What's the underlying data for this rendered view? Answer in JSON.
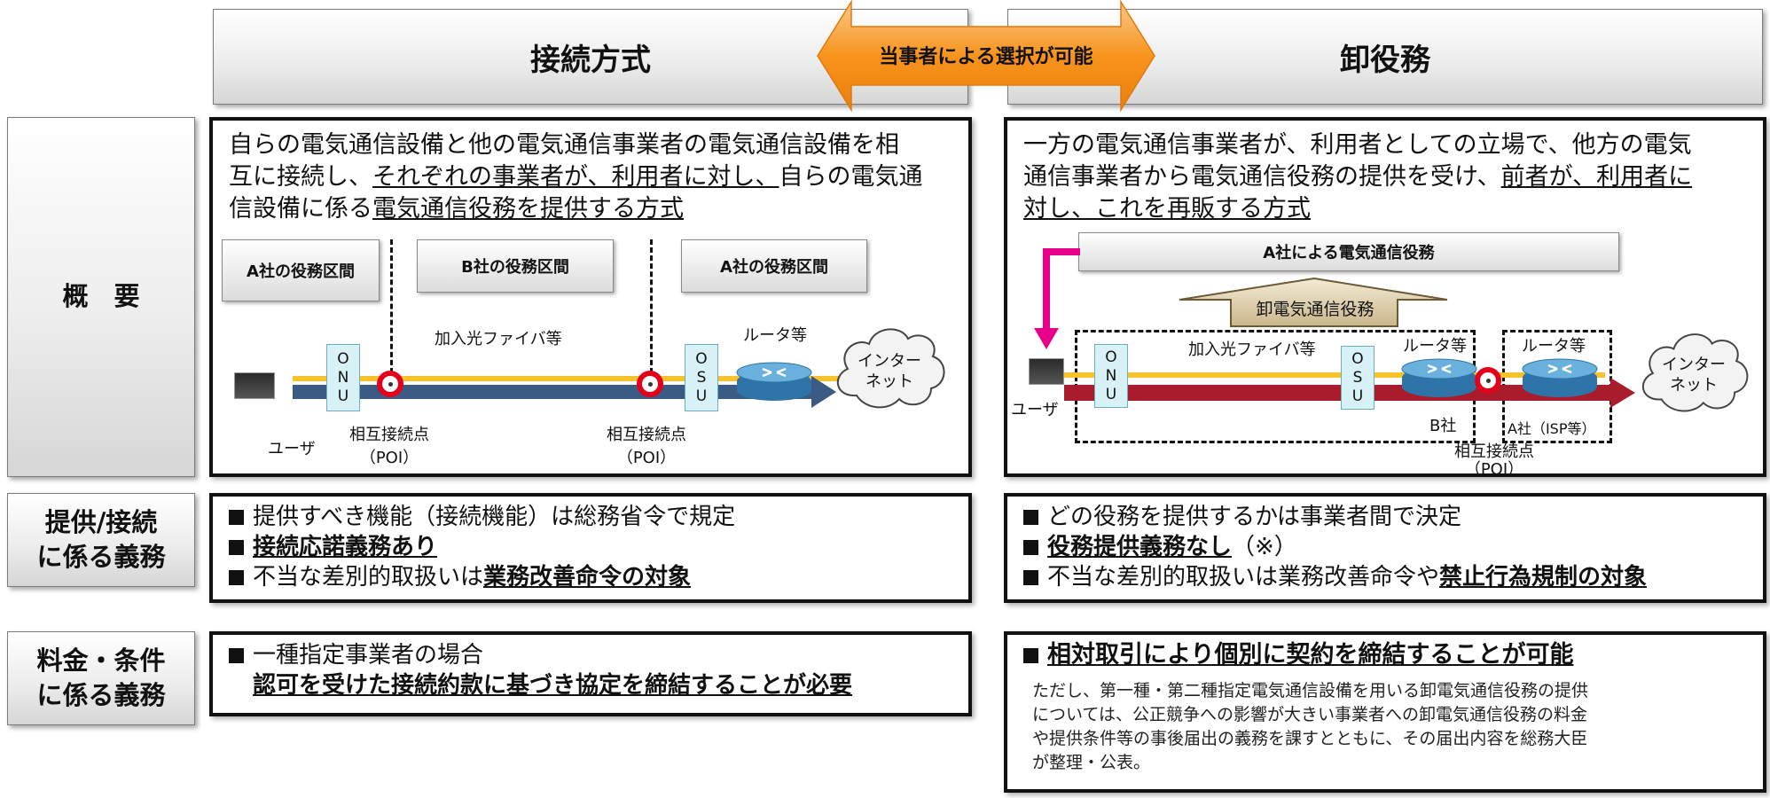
{
  "header": {
    "left_title": "接続方式",
    "right_title": "卸役務",
    "arrow_label": "当事者による選択が可能"
  },
  "rows": {
    "overview_label": "概　要",
    "obligation_label": [
      "提供/接続",
      "に係る義務"
    ],
    "fee_label": [
      "料金・条件",
      "に係る義務"
    ]
  },
  "left": {
    "desc": [
      "自らの電気通信設備と他の電気通信事業者の電気通信設備を相",
      "互に接続し、",
      "それぞれの事業者が、利用者に対し、",
      "自らの電気通",
      "信設備に係る",
      "電気通信役務を提供する方式"
    ],
    "zones": [
      "A社の役務区間",
      "B社の役務区間",
      "A社の役務区間"
    ],
    "fiber_label": "加入光ファイバ等",
    "router_label": "ルータ等",
    "onu": [
      "O",
      "N",
      "U"
    ],
    "osu": [
      "O",
      "S",
      "U"
    ],
    "cloud": [
      "インター",
      "ネット"
    ],
    "user_label": "ユーザ",
    "poi_label": "相互接続点",
    "poi_sub": "（POI）",
    "obligations": [
      {
        "plain": "提供すべき機能（接続機能）は総務省令で規定"
      },
      {
        "strong": "接続応諾義務あり"
      },
      {
        "plain": "不当な差別的取扱いは",
        "strong": "業務改善命令の対象"
      }
    ],
    "fee": {
      "line1": "一種指定事業者の場合",
      "line2": "認可を受けた接続約款に基づき協定を締結することが必要"
    }
  },
  "right": {
    "desc": [
      "一方の電気通信事業者が、利用者としての立場で、他方の電気",
      "通信事業者から電気通信役務の提供を受け、",
      "前者が、利用者に",
      "対し、これを再販する方式"
    ],
    "service_box": "A社による電気通信役務",
    "wholesale_label": "卸電気通信役務",
    "fiber_label": "加入光ファイバ等",
    "router_label_1": "ルータ等",
    "router_label_2": "ルータ等",
    "onu": [
      "O",
      "N",
      "U"
    ],
    "osu": [
      "O",
      "S",
      "U"
    ],
    "cloud": [
      "インター",
      "ネット"
    ],
    "user_label": "ユーザ",
    "b_company": "B社",
    "a_company": "A社（ISP等）",
    "poi_label": "相互接続点",
    "poi_sub": "（POI）",
    "obligations": [
      {
        "plain": "どの役務を提供するかは事業者間で決定"
      },
      {
        "strong": "役務提供義務なし",
        "suffix": "（※）"
      },
      {
        "plain": "不当な差別的取扱いは業務改善命令や",
        "strong": "禁止行為規制の対象"
      }
    ],
    "fee": {
      "line1": "相対取引により個別に契約を締結することが可能",
      "note": [
        "ただし、第一種・第二種指定電気通信設備を用いる卸電気通信役務の提供",
        "については、公正競争への影響が大きい事業者への卸電気通信役務の料金",
        "や提供条件等の事後届出の義務を課すとともに、その届出内容を総務大臣",
        "が整理・公表。"
      ]
    }
  },
  "colors": {
    "arrow": "#f7941d",
    "fiber": "#f7c22b",
    "left_line": "#3b5b84",
    "right_line": "#a81c2c",
    "poi": "#e4001b",
    "user_pointer": "#e6008a"
  }
}
